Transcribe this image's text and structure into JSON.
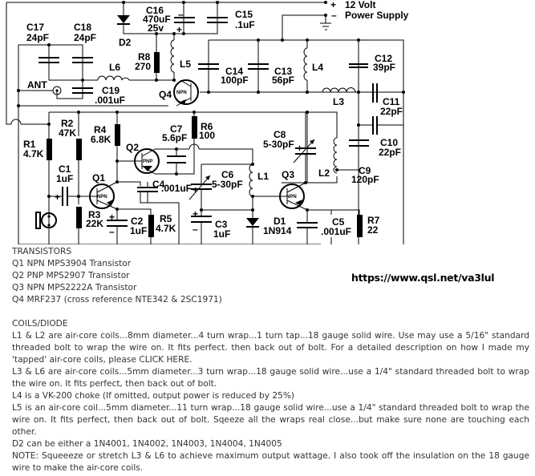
{
  "schematic": {
    "power": {
      "plus": "+",
      "minus": "–",
      "line1": "12 Volt",
      "line2": "Power Supply"
    },
    "antenna": "ANT",
    "components": {
      "C17": {
        "ref": "C17",
        "value": "24pF"
      },
      "C18": {
        "ref": "C18",
        "value": "24pF"
      },
      "C19": {
        "ref": "C19",
        "value": ".001uF"
      },
      "L6": {
        "ref": "L6"
      },
      "D2": {
        "ref": "D2"
      },
      "C16": {
        "ref": "C16",
        "value": "470uF",
        "rating": "25v"
      },
      "C15": {
        "ref": "C15",
        "value": ".1uF"
      },
      "R8": {
        "ref": "R8",
        "value": "270"
      },
      "L5": {
        "ref": "L5"
      },
      "Q4": {
        "ref": "Q4",
        "type": "NPN"
      },
      "C14": {
        "ref": "C14",
        "value": "100pF"
      },
      "C13": {
        "ref": "C13",
        "value": "56pF"
      },
      "L4": {
        "ref": "L4"
      },
      "L3": {
        "ref": "L3"
      },
      "C12": {
        "ref": "C12",
        "value": "39pF"
      },
      "C11": {
        "ref": "C11",
        "value": "22pF"
      },
      "C10": {
        "ref": "C10",
        "value": "22pF"
      },
      "C9": {
        "ref": "C9",
        "value": "120pF"
      },
      "L2": {
        "ref": "L2"
      },
      "R1": {
        "ref": "R1",
        "value": "4.7K"
      },
      "R2": {
        "ref": "R2",
        "value": "47K"
      },
      "C1": {
        "ref": "C1",
        "value": "1uF"
      },
      "Q1": {
        "ref": "Q1",
        "type": "NPN"
      },
      "R3": {
        "ref": "R3",
        "value": "22K"
      },
      "R4": {
        "ref": "R4",
        "value": "6.8K"
      },
      "Q2": {
        "ref": "Q2",
        "type": "PNP"
      },
      "C7": {
        "ref": "C7",
        "value": "5.6pF"
      },
      "R6": {
        "ref": "R6",
        "value": "100"
      },
      "C4": {
        "ref": "C4",
        "value": ".001uF"
      },
      "C2": {
        "ref": "C2",
        "value": "1uF"
      },
      "R5": {
        "ref": "R5",
        "value": "4.7K"
      },
      "C6": {
        "ref": "C6",
        "value": "5-30pF"
      },
      "C3": {
        "ref": "C3",
        "value": "1uF"
      },
      "L1": {
        "ref": "L1"
      },
      "D1": {
        "ref": "D1",
        "value": "1N914"
      },
      "C8": {
        "ref": "C8",
        "value": "5-30pF"
      },
      "Q3": {
        "ref": "Q3",
        "type": "NPN"
      },
      "C5": {
        "ref": "C5",
        "value": ".001uF"
      },
      "R7": {
        "ref": "R7",
        "value": "22"
      }
    },
    "polarity": {
      "plus": "+",
      "minus": "–"
    }
  },
  "url": "https://www.qsl.net/va3lul",
  "transistors": {
    "heading": "TRANSISTORS",
    "items": [
      "Q1 NPN MPS3904 Transistor",
      "Q2 PNP MPS2907 Transistor",
      "Q3 NPN MPS2222A Transistor",
      "Q4 MRF237 (cross reference NTE342 & 2SC1971)"
    ]
  },
  "coils": {
    "heading": "COILS/DIODE",
    "p1_before_link": "L1 & L2 are air-core coils...8mm diameter...4 turn wrap...1 turn tap...18 gauge solid wire. Use may use a 5/16\" standard threaded bolt to wrap the wire on. It fits perfect. then back out of bolt. For a detailed description on how I made my 'tapped' air-core coils, please ",
    "p1_link": "CLICK HERE",
    "p1_after_link": ".",
    "p2": "L3 & L6 are air-core coils...5mm diameter...3 turn wrap...18 gauge solid wire...use a 1/4\" standard threaded bolt to wrap the wire on. It fits perfect, then back out of bolt.",
    "p3": "L4 is a VK-200 choke (If omitted, output power is reduced by 25%)",
    "p4": "L5 is an air-core coil...5mm diameter...11 turn wrap...18 gauge solid wire...use a 1/4\" standard threaded bolt to wrap the wire on. It fits perfect, then back out of bolt. Sqeeze all the wraps real close...but make sure none are touching each other.",
    "p5": "D2 can be either a 1N4001, 1N4002, 1N4003, 1N4004, 1N4005",
    "p6": "NOTE: Squeeeze or stretch L3 & L6 to achieve maximum output wattage. I also took off the insulation on the 18 gauge wire to make the air-core coils."
  }
}
